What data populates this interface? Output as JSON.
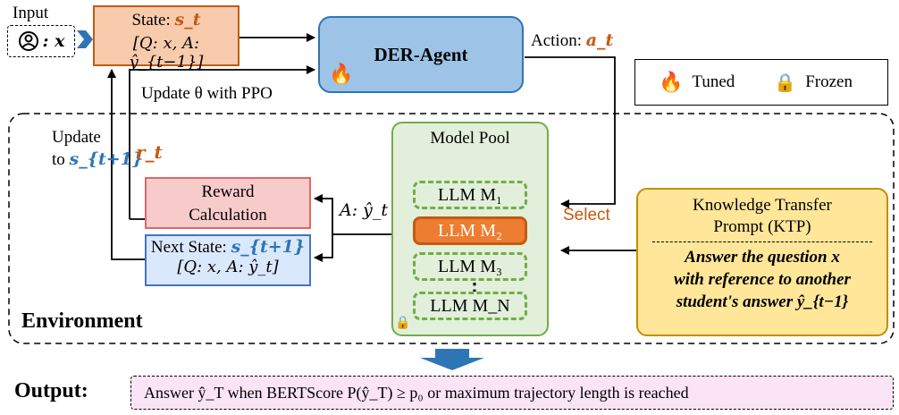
{
  "input": {
    "label": "Input",
    "symbol": ": x"
  },
  "state": {
    "title": "State:",
    "var": "s_t",
    "content": "[Q: x,  A: ŷ_{t−1}]"
  },
  "agent": {
    "label": "DER-Agent"
  },
  "action": {
    "label": "Action:",
    "var": "a_t"
  },
  "legend": {
    "tuned": "Tuned",
    "frozen": "Frozen"
  },
  "update_ppo": "Update θ with PPO",
  "update_state": {
    "line1": "Update",
    "line2": "to",
    "var": "s_{t+1}"
  },
  "reward_var": "r_t",
  "reward": {
    "line1": "Reward",
    "line2": "Calculation"
  },
  "next_state": {
    "title": "Next State:",
    "var": "s_{t+1}",
    "content": "[Q: x,  A: ŷ_t]"
  },
  "answer_edge": {
    "label": "A: ŷ_t"
  },
  "model_pool": {
    "title": "Model Pool",
    "items": [
      "LLM M₁",
      "LLM M₂",
      "LLM M₃",
      "⋮",
      "LLM M_N"
    ]
  },
  "select_label": "Select",
  "ktp": {
    "title_line1": "Knowledge Transfer",
    "title_line2": "Prompt (KTP)",
    "body_line1": "Answer the question x",
    "body_line2": "with reference to another",
    "body_line3": "student's answer ŷ_{t−1}"
  },
  "environment_label": "Environment",
  "output": {
    "label": "Output:",
    "text": "Answer ŷ_T when BERTScore  P(ŷ_T) ≥ p₀ or maximum trajectory length is reached"
  },
  "colors": {
    "agent_fill": "#9dc3e6",
    "agent_border": "#2e75b6",
    "state_fill": "#f8cbad",
    "state_border": "#c55a11",
    "reward_fill": "#f8cbcb",
    "reward_border": "#e06666",
    "next_fill": "#dae8fc",
    "next_border": "#4472c4",
    "pool_fill": "#e2efda",
    "pool_border": "#70ad47",
    "ktp_fill": "#ffe699",
    "ktp_border": "#bf9000",
    "output_fill": "#fbe4f6",
    "accent_orange": "#c55a11",
    "accent_blue": "#2e75b6"
  }
}
